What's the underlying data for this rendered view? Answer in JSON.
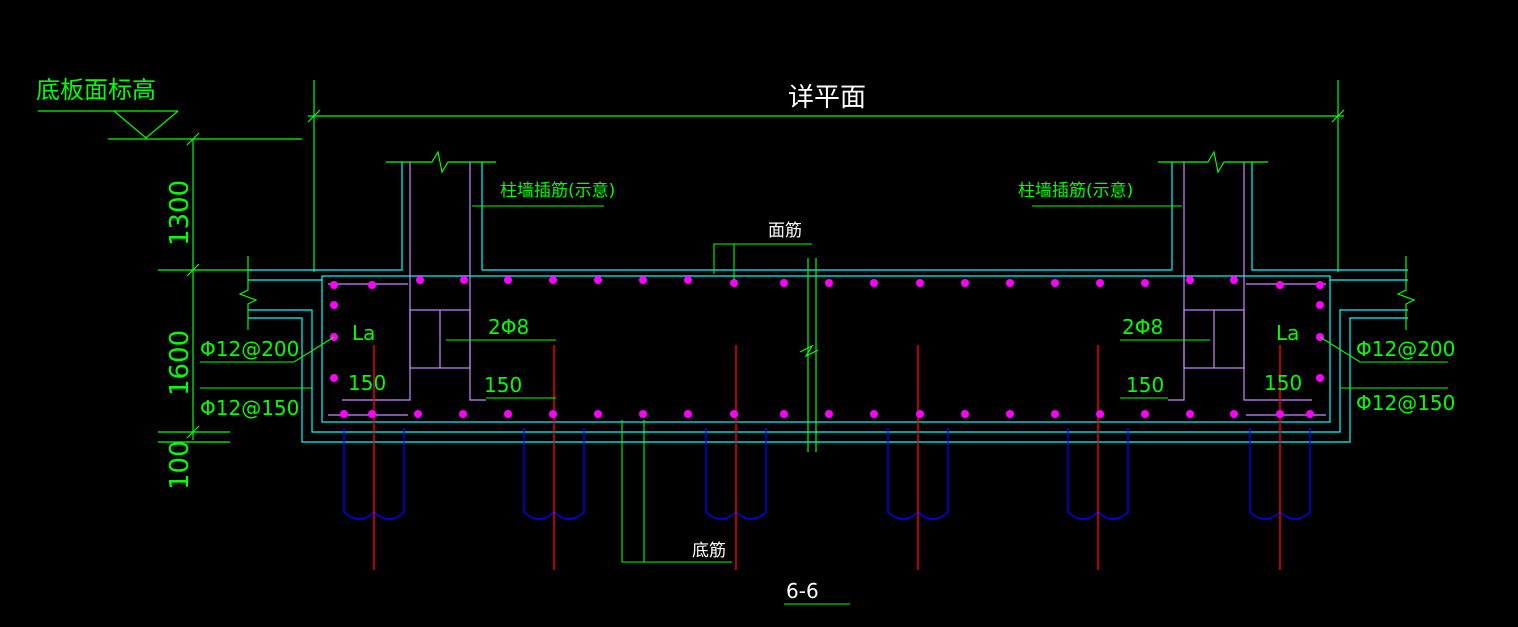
{
  "labels": {
    "slab_top_elevation": "底板面标高",
    "detail_plan": "详平面",
    "column_wall_dowel_left": "柱墙插筋(示意)",
    "column_wall_dowel_right": "柱墙插筋(示意)",
    "top_bars": "面筋",
    "bottom_bars": "底筋",
    "dim_1300": "1300",
    "dim_1600": "1600",
    "dim_100": "100",
    "stirrup_left": "2Φ8",
    "stirrup_right": "2Φ8",
    "la_left": "La",
    "la_right": "La",
    "spacing_left_inner": "150",
    "spacing_left_outer": "150",
    "spacing_right_inner": "150",
    "spacing_right_outer": "150",
    "rebar_left_200": "Φ12@200",
    "rebar_left_150": "Φ12@150",
    "rebar_right_200": "Φ12@200",
    "rebar_right_150": "Φ12@150",
    "section_title": "6-6"
  },
  "colors": {
    "background": "#000000",
    "green": "#00ff00",
    "cyan": "#00ffff",
    "magenta": "#ff00ff",
    "red": "#ff0000",
    "blue": "#0000ff",
    "white": "#ffffff",
    "violet": "#cc88ff"
  }
}
